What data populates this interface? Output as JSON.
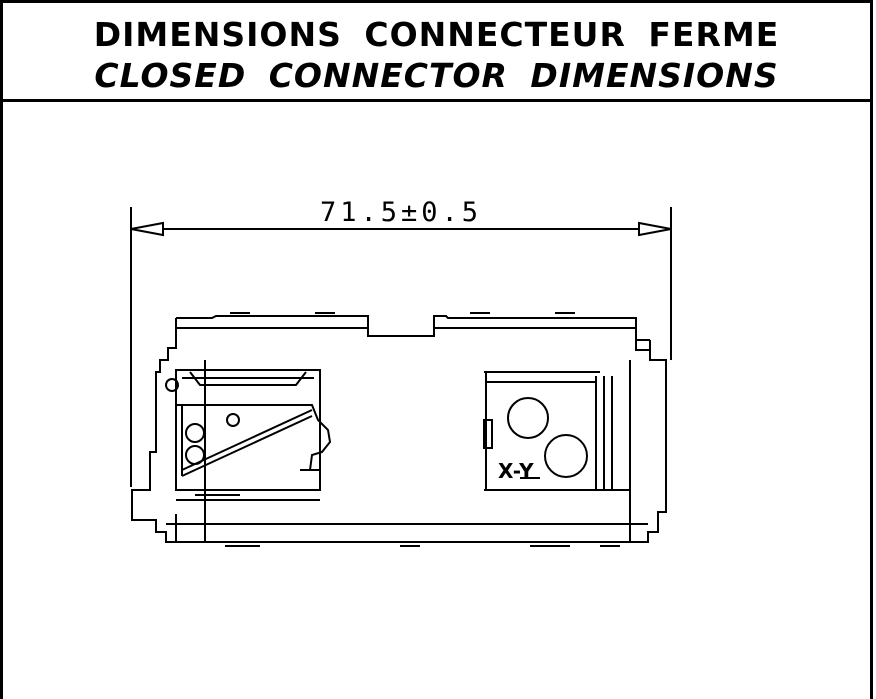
{
  "title": {
    "french": "DIMENSIONS CONNECTEUR FERME",
    "english": "CLOSED CONNECTOR DIMENSIONS"
  },
  "dimension": {
    "width_label": "71.5±0.5"
  },
  "annotation": {
    "axis_label": "X-Y"
  }
}
